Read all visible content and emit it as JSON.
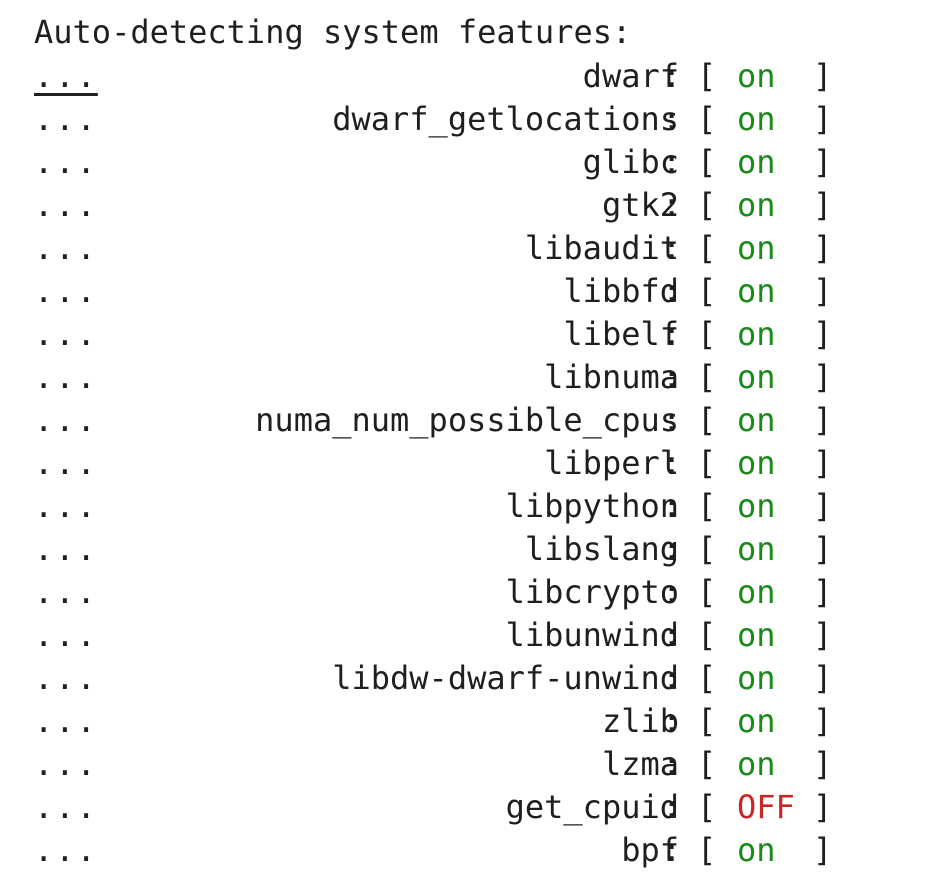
{
  "header": {
    "title": "Auto-detecting system features:"
  },
  "colors": {
    "on": "#1b8a1b",
    "off": "#c62828",
    "text": "#1f1f1f"
  },
  "rows": [
    {
      "prefix": "...",
      "feature": "dwarf",
      "sep": ":",
      "open": "[",
      "status": "on",
      "close": "]"
    },
    {
      "prefix": "...",
      "feature": "dwarf_getlocations",
      "sep": ":",
      "open": "[",
      "status": "on",
      "close": "]"
    },
    {
      "prefix": "...",
      "feature": "glibc",
      "sep": ":",
      "open": "[",
      "status": "on",
      "close": "]"
    },
    {
      "prefix": "...",
      "feature": "gtk2",
      "sep": ":",
      "open": "[",
      "status": "on",
      "close": "]"
    },
    {
      "prefix": "...",
      "feature": "libaudit",
      "sep": ":",
      "open": "[",
      "status": "on",
      "close": "]"
    },
    {
      "prefix": "...",
      "feature": "libbfd",
      "sep": ":",
      "open": "[",
      "status": "on",
      "close": "]"
    },
    {
      "prefix": "...",
      "feature": "libelf",
      "sep": ":",
      "open": "[",
      "status": "on",
      "close": "]"
    },
    {
      "prefix": "...",
      "feature": "libnuma",
      "sep": ":",
      "open": "[",
      "status": "on",
      "close": "]"
    },
    {
      "prefix": "...",
      "feature": "numa_num_possible_cpus",
      "sep": ":",
      "open": "[",
      "status": "on",
      "close": "]"
    },
    {
      "prefix": "...",
      "feature": "libperl",
      "sep": ":",
      "open": "[",
      "status": "on",
      "close": "]"
    },
    {
      "prefix": "...",
      "feature": "libpython",
      "sep": ":",
      "open": "[",
      "status": "on",
      "close": "]"
    },
    {
      "prefix": "...",
      "feature": "libslang",
      "sep": ":",
      "open": "[",
      "status": "on",
      "close": "]"
    },
    {
      "prefix": "...",
      "feature": "libcrypto",
      "sep": ":",
      "open": "[",
      "status": "on",
      "close": "]"
    },
    {
      "prefix": "...",
      "feature": "libunwind",
      "sep": ":",
      "open": "[",
      "status": "on",
      "close": "]"
    },
    {
      "prefix": "...",
      "feature": "libdw-dwarf-unwind",
      "sep": ":",
      "open": "[",
      "status": "on",
      "close": "]"
    },
    {
      "prefix": "...",
      "feature": "zlib",
      "sep": ":",
      "open": "[",
      "status": "on",
      "close": "]"
    },
    {
      "prefix": "...",
      "feature": "lzma",
      "sep": ":",
      "open": "[",
      "status": "on",
      "close": "]"
    },
    {
      "prefix": "...",
      "feature": "get_cpuid",
      "sep": ":",
      "open": "[",
      "status": "OFF",
      "close": "]"
    },
    {
      "prefix": "...",
      "feature": "bpf",
      "sep": ":",
      "open": "[",
      "status": "on",
      "close": "]"
    }
  ]
}
